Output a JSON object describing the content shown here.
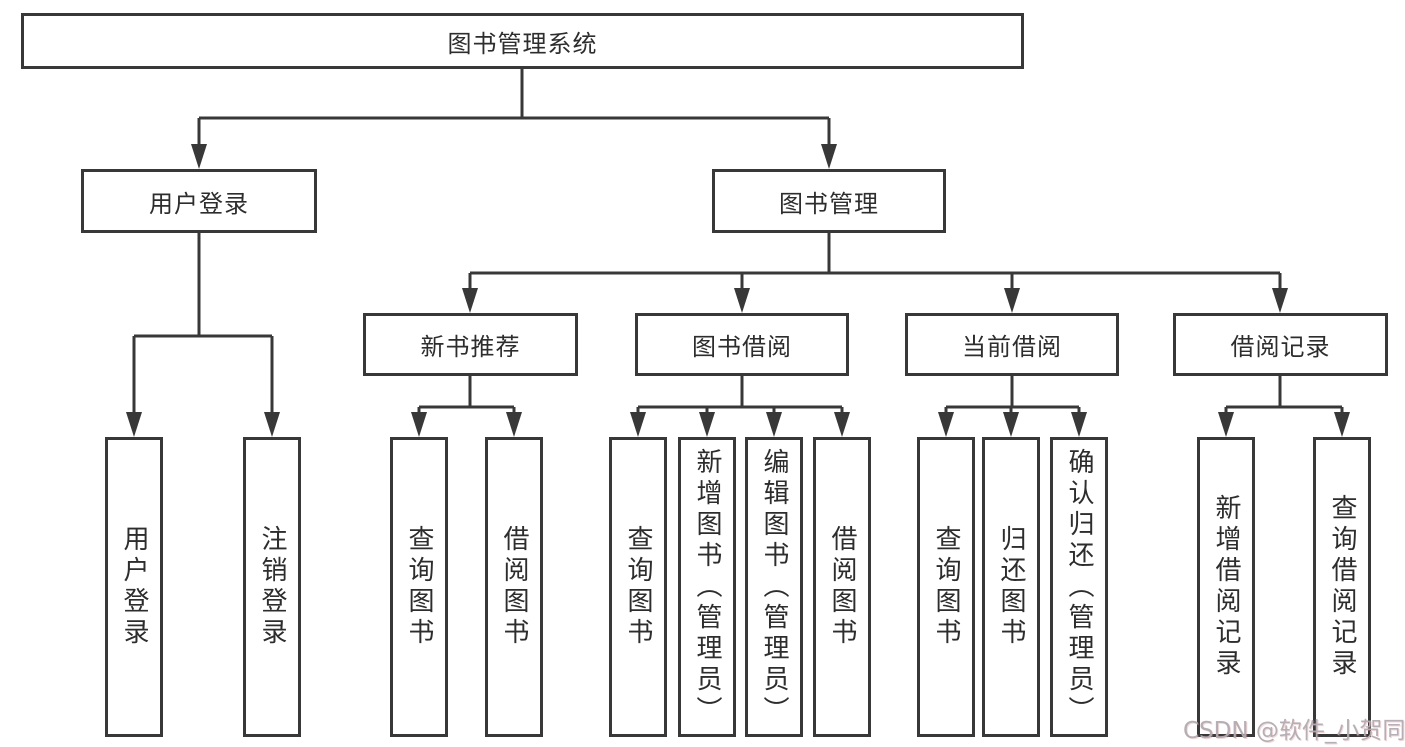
{
  "system": {
    "label": "图书管理系统"
  },
  "modules": [
    {
      "label": "用户登录",
      "functions": [
        {
          "label": "用户登录"
        },
        {
          "label": "注销登录"
        }
      ]
    },
    {
      "label": "图书管理",
      "submodules": [
        {
          "label": "新书推荐",
          "functions": [
            {
              "label": "查询图书"
            },
            {
              "label": "借阅图书"
            }
          ]
        },
        {
          "label": "图书借阅",
          "functions": [
            {
              "label": "查询图书"
            },
            {
              "label": "新增图书（管理员）"
            },
            {
              "label": "编辑图书（管理员）"
            },
            {
              "label": "借阅图书"
            }
          ]
        },
        {
          "label": "当前借阅",
          "functions": [
            {
              "label": "查询图书"
            },
            {
              "label": "归还图书"
            },
            {
              "label": "确认归还（管理员）"
            }
          ]
        },
        {
          "label": "借阅记录",
          "functions": [
            {
              "label": "新增借阅记录"
            },
            {
              "label": "查询借阅记录"
            }
          ]
        }
      ]
    }
  ],
  "watermark": {
    "text": "CSDN @软件_小贺同学"
  },
  "colors": {
    "line": "#383838",
    "text": "#2d2d2d",
    "watermark": "#b2abb1",
    "background": "#ffffff"
  }
}
